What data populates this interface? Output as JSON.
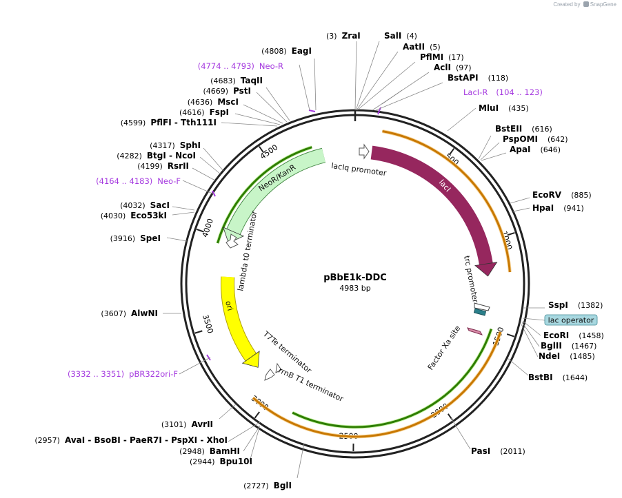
{
  "credit": {
    "prefix": "Created by",
    "brand": "SnapGene"
  },
  "plasmid": {
    "name": "pBbE1k-DDC",
    "length_label": "4983 bp",
    "length": 4983
  },
  "colors": {
    "backbone": "#222222",
    "primer": "#a53adf",
    "lacI": "#96275e",
    "neo": "#c8f5c8",
    "ori": "#ffff00",
    "orf_green": "#2e7d00",
    "orf_orange": "#c87800",
    "lac_operator": "#a8d8e0"
  },
  "ticks": [
    {
      "pos": 500,
      "label": "500"
    },
    {
      "pos": 1000,
      "label": "1000"
    },
    {
      "pos": 1500,
      "label": "1500"
    },
    {
      "pos": 2000,
      "label": "2000"
    },
    {
      "pos": 2500,
      "label": "2500"
    },
    {
      "pos": 3000,
      "label": "3000"
    },
    {
      "pos": 3500,
      "label": "3500"
    },
    {
      "pos": 4000,
      "label": "4000"
    },
    {
      "pos": 4500,
      "label": "4500"
    }
  ],
  "features": [
    {
      "name": "lacI",
      "type": "arc",
      "start": 99,
      "end": 1186,
      "color": "#96275e",
      "label": "lacI"
    },
    {
      "name": "NeoR/KanR",
      "type": "arc",
      "start": 4793,
      "end": 3998,
      "color": "#c8f5c8",
      "label": "NeoR/KanR"
    },
    {
      "name": "ori",
      "type": "arc",
      "start": 3780,
      "end": 3190,
      "color": "#ffff00",
      "label": "ori"
    }
  ],
  "feature_labels": [
    {
      "text": "lacIq promoter"
    },
    {
      "text": "trc promoter"
    },
    {
      "text": "Factor Xa site"
    },
    {
      "text": "lambda t0 terminator"
    },
    {
      "text": "T7Te terminator"
    },
    {
      "text": "rrnB T1 terminator"
    }
  ],
  "lac_operator": {
    "label": "lac operator"
  },
  "enzymes_left": [
    {
      "name": "EagI",
      "pos": "(4808)"
    },
    {
      "name": "TaqII",
      "pos": "(4683)"
    },
    {
      "name": "PstI",
      "pos": "(4669)"
    },
    {
      "name": "MscI",
      "pos": "(4636)"
    },
    {
      "name": "FspI",
      "pos": "(4616)"
    },
    {
      "name": "PflFI - Tth111I",
      "pos": "(4599)"
    },
    {
      "name": "SphI",
      "pos": "(4317)"
    },
    {
      "name": "BtgI - NcoI",
      "pos": "(4282)"
    },
    {
      "name": "RsrII",
      "pos": "(4199)"
    },
    {
      "name": "SacI",
      "pos": "(4032)"
    },
    {
      "name": "Eco53kI",
      "pos": "(4030)"
    },
    {
      "name": "SpeI",
      "pos": "(3916)"
    },
    {
      "name": "AlwNI",
      "pos": "(3607)"
    },
    {
      "name": "AvrII",
      "pos": "(3101)"
    },
    {
      "name": "AvaI - BsoBI - PaeR7I - PspXI - XhoI",
      "pos": "(2957)"
    },
    {
      "name": "BamHI",
      "pos": "(2948)"
    },
    {
      "name": "Bpu10I",
      "pos": "(2944)"
    },
    {
      "name": "BglI",
      "pos": "(2727)"
    }
  ],
  "enzymes_right": [
    {
      "name": "ZraI",
      "pos": "(3)"
    },
    {
      "name": "SalI",
      "pos": "(4)"
    },
    {
      "name": "AatII",
      "pos": "(5)"
    },
    {
      "name": "PflMI",
      "pos": "(17)"
    },
    {
      "name": "AclI",
      "pos": "(97)"
    },
    {
      "name": "BstAPI",
      "pos": "(118)"
    },
    {
      "name": "MluI",
      "pos": "(435)"
    },
    {
      "name": "BstEII",
      "pos": "(616)"
    },
    {
      "name": "PspOMI",
      "pos": "(642)"
    },
    {
      "name": "ApaI",
      "pos": "(646)"
    },
    {
      "name": "EcoRV",
      "pos": "(885)"
    },
    {
      "name": "HpaI",
      "pos": "(941)"
    },
    {
      "name": "SspI",
      "pos": "(1382)"
    },
    {
      "name": "EcoRI",
      "pos": "(1458)"
    },
    {
      "name": "BglII",
      "pos": "(1467)"
    },
    {
      "name": "NdeI",
      "pos": "(1485)"
    },
    {
      "name": "BstBI",
      "pos": "(1644)"
    },
    {
      "name": "PasI",
      "pos": "(2011)"
    }
  ],
  "primers": [
    {
      "name": "Neo-R",
      "range": "(4774 .. 4793)"
    },
    {
      "name": "LacI-R",
      "range": "(104 .. 123)"
    },
    {
      "name": "Neo-F",
      "range": "(4164 .. 4183)"
    },
    {
      "name": "pBR322ori-F",
      "range": "(3332 .. 3351)"
    }
  ]
}
